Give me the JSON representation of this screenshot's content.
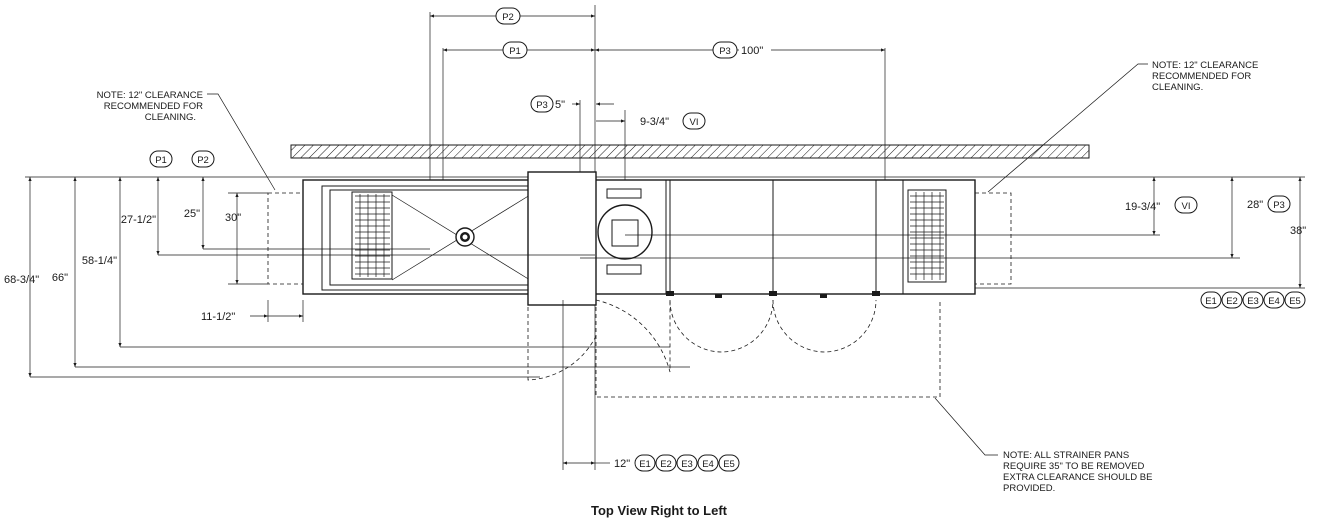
{
  "title": "Top View Right to Left",
  "notes": {
    "left_clearance": [
      "NOTE: 12\" CLEARANCE",
      "RECOMMENDED FOR",
      "CLEANING."
    ],
    "right_clearance": [
      "NOTE: 12\" CLEARANCE",
      "RECOMMENDED FOR",
      "CLEANING."
    ],
    "strainer": [
      "NOTE: ALL STRAINER PANS",
      "REQUIRE 35\" TO BE REMOVED",
      "EXTRA CLEARANCE SHOULD BE",
      "PROVIDED."
    ]
  },
  "bubbles": {
    "p1": "P1",
    "p2": "P2",
    "p3": "P3",
    "vi": "VI",
    "e": [
      "E1",
      "E2",
      "E3",
      "E4",
      "E5"
    ]
  },
  "dims": {
    "p3_100": "100\"",
    "p3_5": "5\"",
    "vi_9_3_4": "9-3/4\"",
    "d_27_1_2": "27-1/2\"",
    "d_25": "25\"",
    "d_30": "30\"",
    "d_58_1_4": "58-1/4\"",
    "d_66": "66\"",
    "d_68_3_4": "68-3/4\"",
    "d_11_1_2": "11-1/2\"",
    "d_19_3_4": "19-3/4\"",
    "d_28": "28\"",
    "d_38": "38\"",
    "d_12": "12\""
  }
}
